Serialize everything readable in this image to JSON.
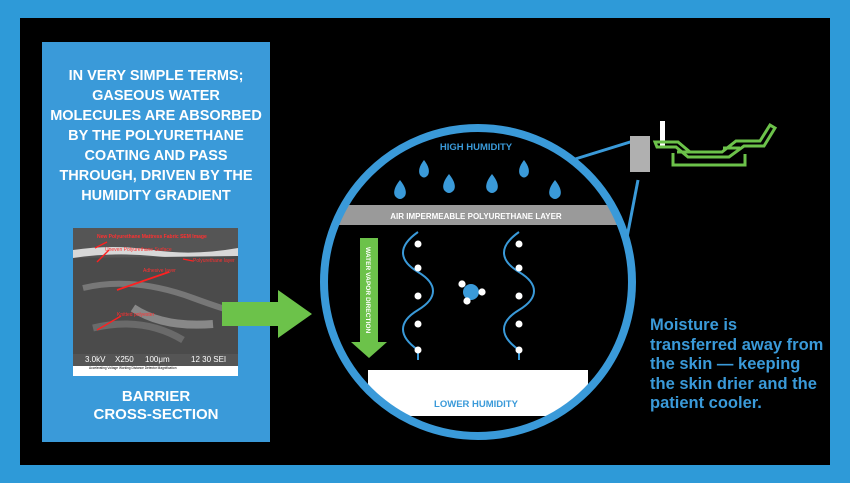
{
  "intro_text": "IN VERY SIMPLE TERMS; GASEOUS WATER MOLECULES ARE ABSORBED BY THE POLYURETHANE COATING AND PASS THROUGH, DRIVEN BY THE HUMIDITY GRADIENT",
  "sem_image": {
    "labels": [
      "New Polyurethane Mattress Fabric SEM Image",
      "Uneven Polyurethane Surface",
      "Polyurethane layer",
      "Adhesive layer",
      "Knitted polyester"
    ],
    "scale_bar": {
      "voltage": "3.0kV",
      "magnification": "X250",
      "scale": "100μm",
      "working_distance": "12 30 SEI"
    },
    "footer_text": "Accelerating Voltage  Working Distance  Detector  Magnification"
  },
  "barrier_label": [
    "BARRIER",
    "CROSS-SECTION"
  ],
  "diagram": {
    "high_humidity": "HIGH HUMIDITY",
    "layer_label": "AIR IMPERMEABLE POLYURETHANE LAYER",
    "vapor_direction": "WATER VAPOR DIRECTION",
    "lower_humidity": "LOWER HUMIDITY",
    "colors": {
      "blue": "#3a9ad9",
      "green": "#6cc24a",
      "layer_gray": "#9a9a9a",
      "background": "#000000"
    }
  },
  "caption": "Moisture is transferred away from the skin — keeping the skin drier and the patient cooler."
}
